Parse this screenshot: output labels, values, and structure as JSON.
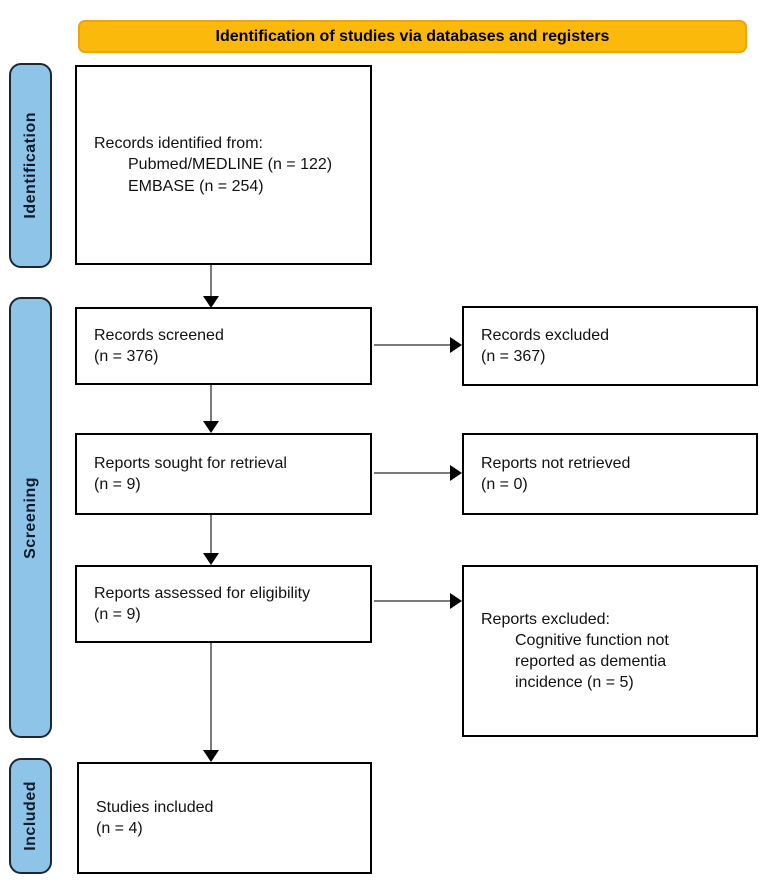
{
  "banner": {
    "label": "Identification of studies via databases and registers"
  },
  "stages": {
    "identification": "Identification",
    "screening": "Screening",
    "included": "Included"
  },
  "boxes": {
    "records_identified": {
      "title": "Records identified from:",
      "items": [
        "Pubmed/MEDLINE (n = 122)",
        "EMBASE (n = 254)"
      ]
    },
    "records_screened": {
      "lines": [
        "Records screened",
        "(n = 376)"
      ]
    },
    "records_excluded": {
      "lines": [
        "Records excluded",
        "(n = 367)"
      ]
    },
    "reports_sought": {
      "lines": [
        "Reports sought for retrieval",
        "(n = 9)"
      ]
    },
    "reports_not_retrieved": {
      "lines": [
        "Reports not retrieved",
        "(n = 0)"
      ]
    },
    "reports_assessed": {
      "lines": [
        "Reports assessed for eligibility",
        "(n = 9)"
      ]
    },
    "reports_excluded": {
      "title": "Reports excluded:",
      "items": [
        "Cognitive function not",
        "reported as dementia",
        "incidence (n = 5)"
      ]
    },
    "studies_included": {
      "lines": [
        "Studies included",
        "(n = 4)"
      ]
    }
  },
  "colors": {
    "banner_bg": "#FBB90B",
    "banner_border": "#EFA30D",
    "stage_bg": "#8EC4E8",
    "stage_border": "#1b2733",
    "box_border": "#000000",
    "line_gray": "#7a7a7a",
    "text_color": "#111111"
  }
}
